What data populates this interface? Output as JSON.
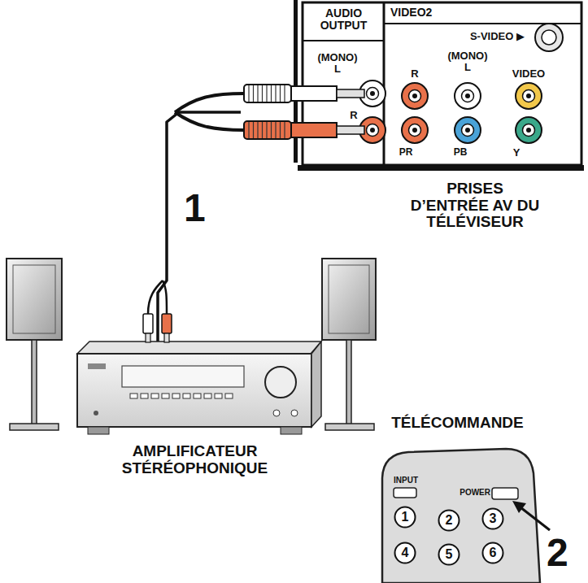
{
  "diagram": {
    "nodes": [
      {
        "text": [
          "PRISES D’ENTRÉE AV DU TÉLÉVISEUR"
        ]
      },
      {
        "text": [
          "AUDIO OUTPUT",
          "(MONO) L",
          "R"
        ],
        "in": 0
      },
      {
        "text": [
          "VIDEO2",
          "S-VIDEO ▶",
          "R",
          "(MONO) L",
          "VIDEO",
          "PR",
          "PB",
          "Y"
        ],
        "in": 0
      },
      {
        "text": [
          "AMPLIFICATEUR STÉRÉOPHONIQUE"
        ]
      },
      {
        "text": [
          "TÉLÉCOMMANDE",
          "INPUT",
          "POWER"
        ]
      },
      {
        "text": [
          "1"
        ],
        "in": 4
      },
      {
        "text": [
          "2"
        ],
        "in": 4
      },
      {
        "text": [
          "3"
        ],
        "in": 4
      },
      {
        "text": [
          "4"
        ],
        "in": 4
      },
      {
        "text": [
          "5"
        ],
        "in": 4
      },
      {
        "text": [
          "6"
        ],
        "in": 4
      }
    ],
    "edges": [
      {
        "from": 1,
        "to": 3,
        "arrow": "none"
      }
    ],
    "labels": [
      "1",
      "2"
    ]
  }
}
